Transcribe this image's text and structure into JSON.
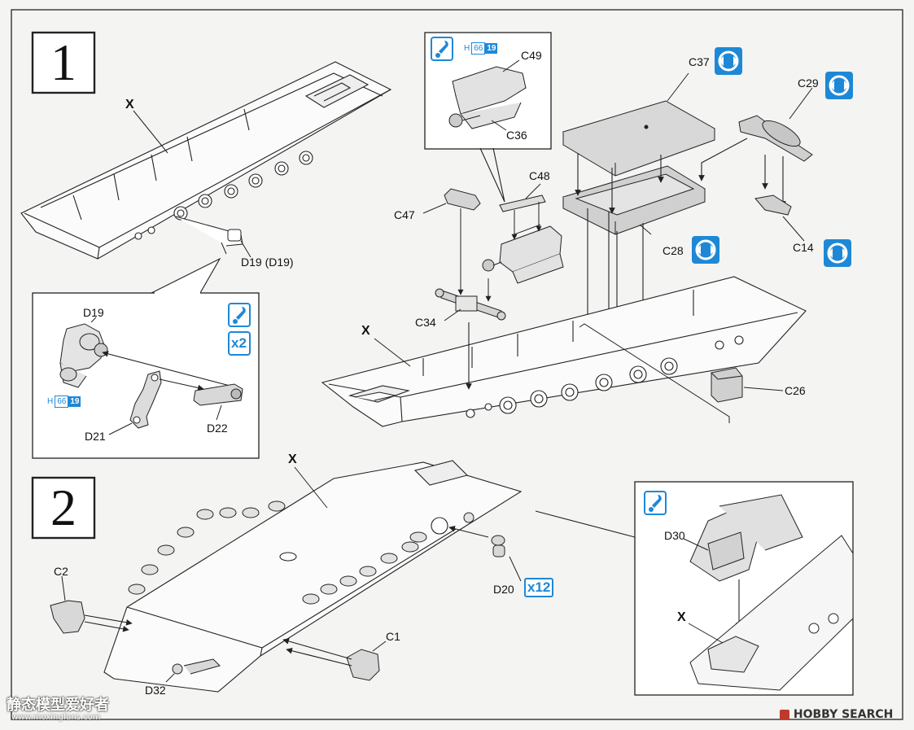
{
  "steps": [
    {
      "number": "1"
    },
    {
      "number": "2"
    }
  ],
  "labels": {
    "x1": "X",
    "d19_d19": "D19 (D19)",
    "d19": "D19",
    "d21": "D21",
    "d22": "D22",
    "c49": "C49",
    "c36": "C36",
    "c48": "C48",
    "c47": "C47",
    "c34": "C34",
    "c37": "C37",
    "c29": "C29",
    "c28": "C28",
    "c14": "C14",
    "c26": "C26",
    "x2": "X",
    "x3": "X",
    "x4": "X",
    "c2": "C2",
    "c1": "C1",
    "d20": "D20",
    "d32": "D32",
    "d30": "D30"
  },
  "multipliers": {
    "detail_d19": "x2",
    "d20": "x12"
  },
  "paint_codes": [
    {
      "prefix": "H",
      "code": "66",
      "num": "19"
    },
    {
      "prefix": "H",
      "code": "66",
      "num": "19"
    }
  ],
  "icons": [
    "paint-icon",
    "flip-icon"
  ],
  "colors": {
    "accent_blue": "#1e88d6",
    "line": "#222222",
    "background": "#f4f4f2"
  },
  "watermarks": {
    "left_title": "静态模型爱好者",
    "left_url": "www.moxingfans.com",
    "right_brand": "HOBBY SEARCH"
  }
}
